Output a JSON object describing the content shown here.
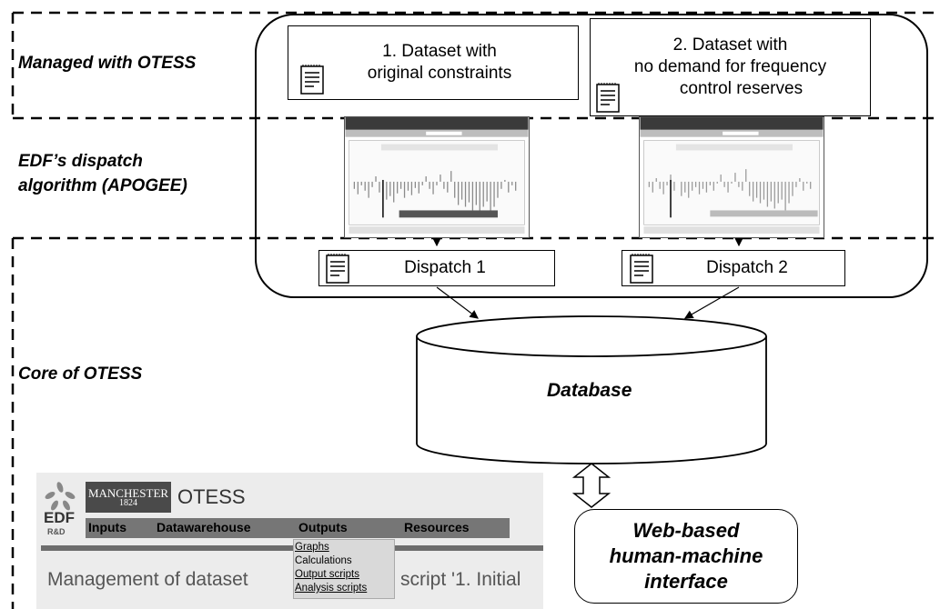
{
  "regions": {
    "managed": "Managed with OTESS",
    "edf_line1": "EDF’s dispatch",
    "edf_line2": "algorithm (APOGEE)",
    "core": "Core of OTESS"
  },
  "datasets": {
    "dataset1_line1": "1. Dataset with",
    "dataset1_line2": "original constraints",
    "dataset2_line1": "2. Dataset with",
    "dataset2_line2": "no demand for frequency",
    "dataset2_line3": "control reserves"
  },
  "dispatch": {
    "d1": "Dispatch 1",
    "d2": "Dispatch 2"
  },
  "database": "Database",
  "hmi": {
    "line1": "Web-based",
    "line2": "human-machine",
    "line3": "interface"
  },
  "web": {
    "logo_edf": "EDF",
    "logo_rd": "R&D",
    "manchester": "MANCHESTER",
    "manchester_year": "1824",
    "title": "OTESS",
    "menu": [
      "Inputs",
      "Datawarehouse",
      "Outputs",
      "Resources"
    ],
    "dropdown": [
      "Graphs",
      "Calculations",
      "Output scripts",
      "Analysis scripts"
    ],
    "heading_left": "Management of dataset",
    "heading_right": "script '1. Initial"
  },
  "colors": {
    "line": "#000000",
    "web_bg": "#ececec",
    "menubar": "#767676",
    "manchester_bg": "#4a4a4a"
  }
}
